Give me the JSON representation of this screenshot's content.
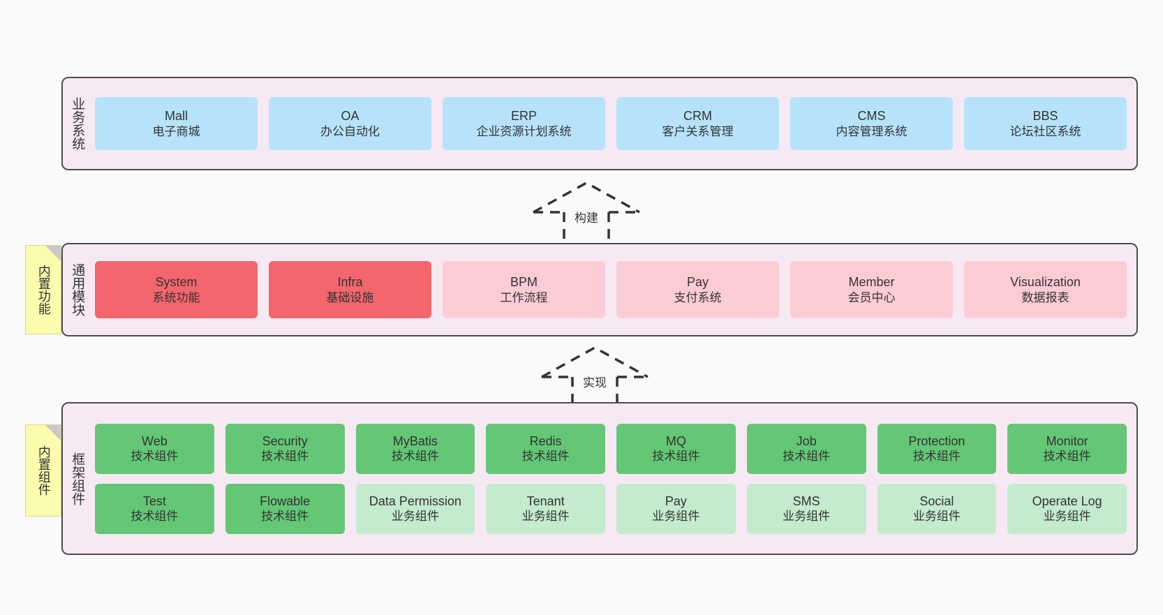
{
  "diagram": {
    "background": "#fafafa",
    "container_fill": "#f7e9f3",
    "container_stroke": "#4d4d4d"
  },
  "notes": [
    {
      "text": "内置功能",
      "color": "#fcfbae"
    },
    {
      "text": "内置组件",
      "color": "#fcfbae"
    }
  ],
  "connectors": [
    {
      "label": "构建",
      "style": "dashed-hollow-triangle-up"
    },
    {
      "label": "实现",
      "style": "dashed-hollow-triangle-up"
    }
  ],
  "layers": [
    {
      "id": "business-system",
      "title": "业务系统",
      "rows": [
        {
          "cards": [
            {
              "en": "Mall",
              "cn": "电子商城",
              "color": "#b6e3fb"
            },
            {
              "en": "OA",
              "cn": "办公自动化",
              "color": "#b6e3fb"
            },
            {
              "en": "ERP",
              "cn": "企业资源计划系统",
              "color": "#b6e3fb"
            },
            {
              "en": "CRM",
              "cn": "客户关系管理",
              "color": "#b6e3fb"
            },
            {
              "en": "CMS",
              "cn": "内容管理系统",
              "color": "#b6e3fb"
            },
            {
              "en": "BBS",
              "cn": "论坛社区系统",
              "color": "#b6e3fb"
            }
          ]
        }
      ]
    },
    {
      "id": "common-module",
      "title": "通用模块",
      "rows": [
        {
          "cards": [
            {
              "en": "System",
              "cn": "系统功能",
              "color": "#f4666d"
            },
            {
              "en": "Infra",
              "cn": "基础设施",
              "color": "#f4666d"
            },
            {
              "en": "BPM",
              "cn": "工作流程",
              "color": "#fcccd4"
            },
            {
              "en": "Pay",
              "cn": "支付系统",
              "color": "#fcccd4"
            },
            {
              "en": "Member",
              "cn": "会员中心",
              "color": "#fcccd4"
            },
            {
              "en": "Visualization",
              "cn": "数据报表",
              "color": "#fcccd4"
            }
          ]
        }
      ]
    },
    {
      "id": "framework-component",
      "title": "框架组件",
      "rows": [
        {
          "cards": [
            {
              "en": "Web",
              "cn": "技术组件",
              "color": "#63c775"
            },
            {
              "en": "Security",
              "cn": "技术组件",
              "color": "#63c775"
            },
            {
              "en": "MyBatis",
              "cn": "技术组件",
              "color": "#63c775"
            },
            {
              "en": "Redis",
              "cn": "技术组件",
              "color": "#63c775"
            },
            {
              "en": "MQ",
              "cn": "技术组件",
              "color": "#63c775"
            },
            {
              "en": "Job",
              "cn": "技术组件",
              "color": "#63c775"
            },
            {
              "en": "Protection",
              "cn": "技术组件",
              "color": "#63c775"
            },
            {
              "en": "Monitor",
              "cn": "技术组件",
              "color": "#63c775"
            }
          ]
        },
        {
          "cards": [
            {
              "en": "Test",
              "cn": "技术组件",
              "color": "#63c775"
            },
            {
              "en": "Flowable",
              "cn": "技术组件",
              "color": "#63c775"
            },
            {
              "en": "Data Permission",
              "cn": "业务组件",
              "color": "#c4ebcd"
            },
            {
              "en": "Tenant",
              "cn": "业务组件",
              "color": "#c4ebcd"
            },
            {
              "en": "Pay",
              "cn": "业务组件",
              "color": "#c4ebcd"
            },
            {
              "en": "SMS",
              "cn": "业务组件",
              "color": "#c4ebcd"
            },
            {
              "en": "Social",
              "cn": "业务组件",
              "color": "#c4ebcd"
            },
            {
              "en": "Operate Log",
              "cn": "业务组件",
              "color": "#c4ebcd"
            }
          ]
        }
      ]
    }
  ]
}
